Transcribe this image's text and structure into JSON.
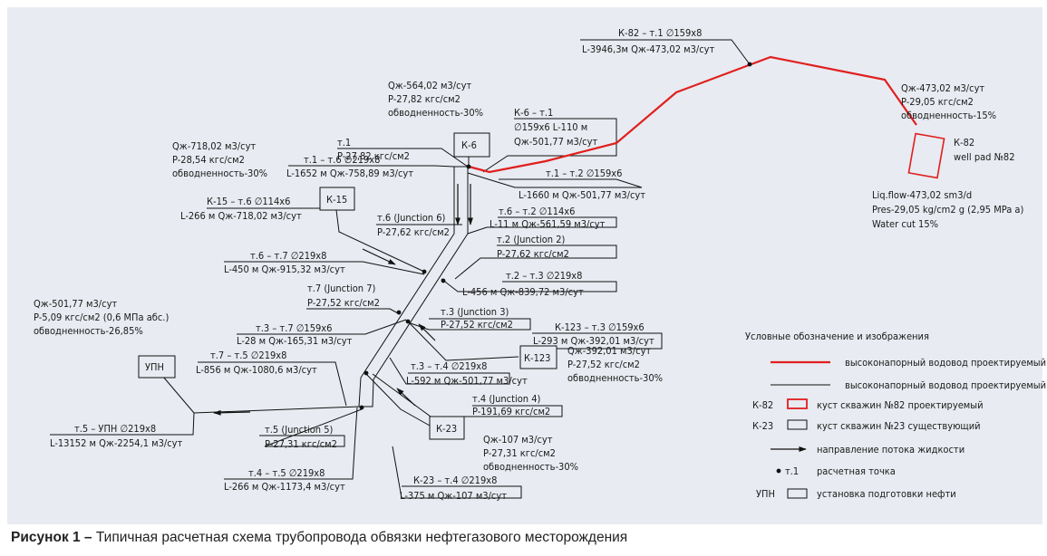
{
  "diagram": {
    "pipeline_labels": {
      "k82_m1": {
        "top": "К-82 – т.1 ∅159х8",
        "bottom": "L-3946,3м Qж-473,02 м3/сут"
      },
      "k6_m1": {
        "top": "К-6 – т.1",
        "mid": "∅159х6 L-110 м",
        "bottom": "Qж-501,77 м3/сут"
      },
      "m1_m2": {
        "top": "т.1 – т.2 ∅159х6",
        "bottom": "L-1660 м Qж-501,77 м3/сут"
      },
      "m1_m6": {
        "top": "т.1 – т.6 ∅219х8",
        "bottom": "L-1652 м Qж-758,89 м3/сут"
      },
      "k15_m6": {
        "top": "К-15 – т.6 ∅114х6",
        "bottom": "L-266 м Qж-718,02 м3/сут"
      },
      "m6_m2": {
        "top": "т.6 – т.2 ∅114х6",
        "bottom": "L-11 м Qж-561,59 м3/сут"
      },
      "m6_m7": {
        "top": "т.6 – т.7 ∅219х8",
        "bottom": "L-450 м Qж-915,32 м3/сут"
      },
      "m2_m3": {
        "top": "т.2 – т.3 ∅219х8",
        "bottom": "L-456 м Qж-839,72 м3/сут"
      },
      "m3_m7": {
        "top": "т.3 – т.7 ∅159х6",
        "bottom": "L-28 м Qж-165,31 м3/сут"
      },
      "k123_m3": {
        "top": "К-123 – т.3 ∅159х6",
        "bottom": "L-293 м Qж-392,01 м3/сут"
      },
      "m7_m5": {
        "top": "т.7 – т.5 ∅219х8",
        "bottom": "L-856 м Qж-1080,6 м3/сут"
      },
      "m3_m4": {
        "top": "т.3 – т.4 ∅219х8",
        "bottom": "L-592 м Qж-501,77 м3/сут"
      },
      "m5_upn": {
        "top": "т.5 – УПН ∅219х8",
        "bottom": "L-13152 м Qж-2254,1 м3/сут"
      },
      "m4_m5": {
        "top": "т.4 – т.5 ∅219х8",
        "bottom": "L-266 м Qж-1173,4 м3/сут"
      },
      "k23_m4": {
        "top": "К-23 – т.4 ∅219х8",
        "bottom": "L-375 м Qж-107 м3/сут"
      }
    },
    "points": {
      "m1": {
        "top": "т.1",
        "bottom": "P-27,82 кгс/см2"
      },
      "m6": {
        "top": "т.6 (Junction 6)",
        "bottom": "P-27,62 кгс/см2"
      },
      "m2": {
        "top": "т.2 (Junction 2)",
        "bottom": "P-27,62 кгс/см2"
      },
      "m7": {
        "top": "т.7 (Junction 7)",
        "bottom": "P-27,52 кгс/см2"
      },
      "m3": {
        "top": "т.3 (Junction 3)",
        "bottom": "P-27,52 кгс/см2"
      },
      "m4": {
        "top": "т.4 (Junction 4)",
        "bottom": "P-191,69 кгс/см2"
      },
      "m5": {
        "top": "т.5 (Junction 5)",
        "bottom": "P-27,31 кгс/см2"
      }
    },
    "wells": {
      "k6": {
        "name": "К-6",
        "info": [
          "Qж-564,02 м3/сут",
          "P-27,82 кгс/см2",
          "обводненность-30%"
        ]
      },
      "k15": {
        "name": "К-15",
        "info": [
          "Qж-718,02 м3/сут",
          "P-28,54 кгс/см2",
          "обводненность-30%"
        ]
      },
      "k123": {
        "name": "К-123",
        "info": [
          "Qж-392,01 м3/сут",
          "P-27,52 кгс/см2",
          "обводненность-30%"
        ]
      },
      "k23": {
        "name": "К-23",
        "info": [
          "Qж-107 м3/сут",
          "P-27,31 кгс/см2",
          "обводненность-30%"
        ]
      },
      "upn": {
        "name": "УПН",
        "info": [
          "Qж-501,77 м3/сут",
          "P-5,09 кгс/см2 (0,6 МПа абс.)",
          "обводненность-26,85%"
        ]
      },
      "k82": {
        "name": "К-82",
        "subname": "well pad №82",
        "info": [
          "Qж-473,02 м3/сут",
          "P-29,05 кгс/см2",
          "обводненность-15%"
        ],
        "info_en": [
          "Liq.flow-473,02 sm3/d",
          "Pres-29,05 kg/cm2 g (2,95 MPa a)",
          "Water cut 15%"
        ]
      }
    },
    "legend": {
      "title": "Условные обозначение и изображения",
      "items": [
        {
          "symbol": "",
          "label": "высоконапорный водовод проектируемый"
        },
        {
          "symbol": "",
          "label": "высоконапорный водовод проектируемый"
        },
        {
          "symbol": "К-82",
          "label": "куст скважин №82 проектируемый"
        },
        {
          "symbol": "К-23",
          "label": "куст скважин №23 существующий"
        },
        {
          "symbol": "",
          "label": "направление потока жидкости"
        },
        {
          "symbol": "т.1",
          "label": "расчетная точка"
        },
        {
          "symbol": "УПН",
          "label": "установка подготовки нефти"
        }
      ]
    },
    "colors": {
      "projected": "#e01f1f",
      "existing": "#111111",
      "background": "#e8ebf1"
    }
  },
  "caption": {
    "bold": "Рисунок 1 –",
    "text": " Типичная расчетная схема трубопровода обвязки нефтегазового месторождения"
  }
}
